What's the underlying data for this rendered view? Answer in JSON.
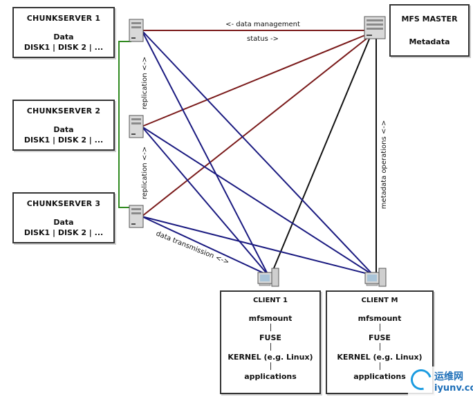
{
  "chunkservers": [
    {
      "title": "CHUNKSERVER 1",
      "data": "Data",
      "disks": "DISK1 | DISK 2 | ..."
    },
    {
      "title": "CHUNKSERVER 2",
      "data": "Data",
      "disks": "DISK1 | DISK 2 | ..."
    },
    {
      "title": "CHUNKSERVER 3",
      "data": "Data",
      "disks": "DISK1 | DISK 2 | ..."
    }
  ],
  "master": {
    "title": "MFS MASTER",
    "meta": "Metadata"
  },
  "clients": [
    {
      "title": "CLIENT 1",
      "items": [
        "mfsmount",
        "FUSE",
        "KERNEL (e.g. Linux)",
        "applications"
      ]
    },
    {
      "title": "CLIENT M",
      "items": [
        "mfsmount",
        "FUSE",
        "KERNEL (e.g. Linux)",
        "applications"
      ]
    }
  ],
  "labels": {
    "data_management": "<- data management",
    "status": "status ->",
    "replication_1": "replication <->",
    "replication_2": "replication <->",
    "metadata_ops": "metadata operations <->",
    "data_transmission": "data transmission <->"
  },
  "watermark": {
    "cn": "运维网",
    "en": "iyunv.com"
  },
  "colors": {
    "management_line": "#7a1a1a",
    "data_line": "#1a1a80",
    "replication_line": "#2f8a1f",
    "metadata_line": "#111111"
  }
}
